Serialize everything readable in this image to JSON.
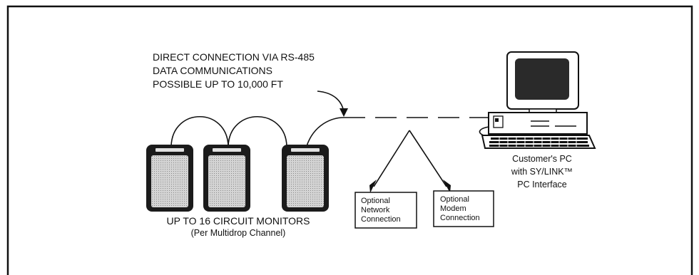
{
  "rs485_note": {
    "line1": "DIRECT CONNECTION VIA RS-485",
    "line2": "DATA COMMUNICATIONS",
    "line3": "POSSIBLE UP TO 10,000 FT"
  },
  "monitors": {
    "count_shown": 3,
    "caption_line1": "UP TO 16 CIRCUIT MONITORS",
    "caption_line2": "(Per Multidrop Channel)"
  },
  "pc": {
    "line1": "Customer's PC",
    "line2": "with SY/LINK™",
    "line3": "PC Interface"
  },
  "network_option": {
    "line1": "Optional",
    "line2": "Network",
    "line3": "Connection"
  },
  "modem_option": {
    "line1": "Optional",
    "line2": "Modem",
    "line3": "Connection"
  },
  "colors": {
    "line": "#111111",
    "panel_fill": "#c9c9c9",
    "background": "#ffffff"
  }
}
